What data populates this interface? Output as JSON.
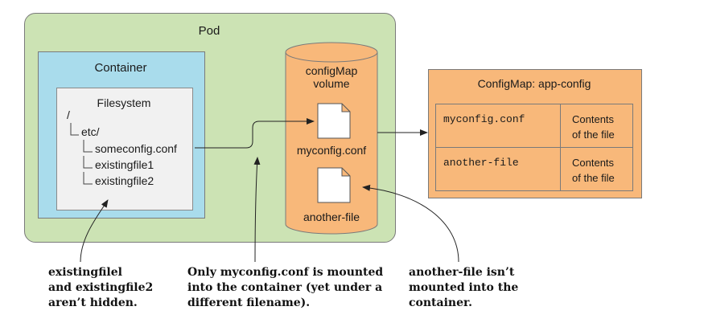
{
  "pod": {
    "title": "Pod"
  },
  "container": {
    "title": "Container"
  },
  "filesystem": {
    "title": "Filesystem",
    "root": "/",
    "etc": "etc/",
    "files": [
      "someconfig.conf",
      "existingfile1",
      "existingfile2"
    ]
  },
  "volume": {
    "title_line1": "configMap",
    "title_line2": "volume",
    "files": [
      "myconfig.conf",
      "another-file"
    ]
  },
  "configmap": {
    "title": "ConfigMap: app-config",
    "entries": [
      {
        "key": "myconfig.conf",
        "value_line1": "Contents",
        "value_line2": "of the file"
      },
      {
        "key": "another-file",
        "value_line1": "Contents",
        "value_line2": "of the file"
      }
    ]
  },
  "callouts": {
    "left": "existingfilel\nand existingfile2\naren’t hidden.",
    "middle": "Only myconfig.conf is mounted\ninto the container (yet under a\ndifferent filename).",
    "right": "another-file isn’t\nmounted into the\ncontainer."
  }
}
